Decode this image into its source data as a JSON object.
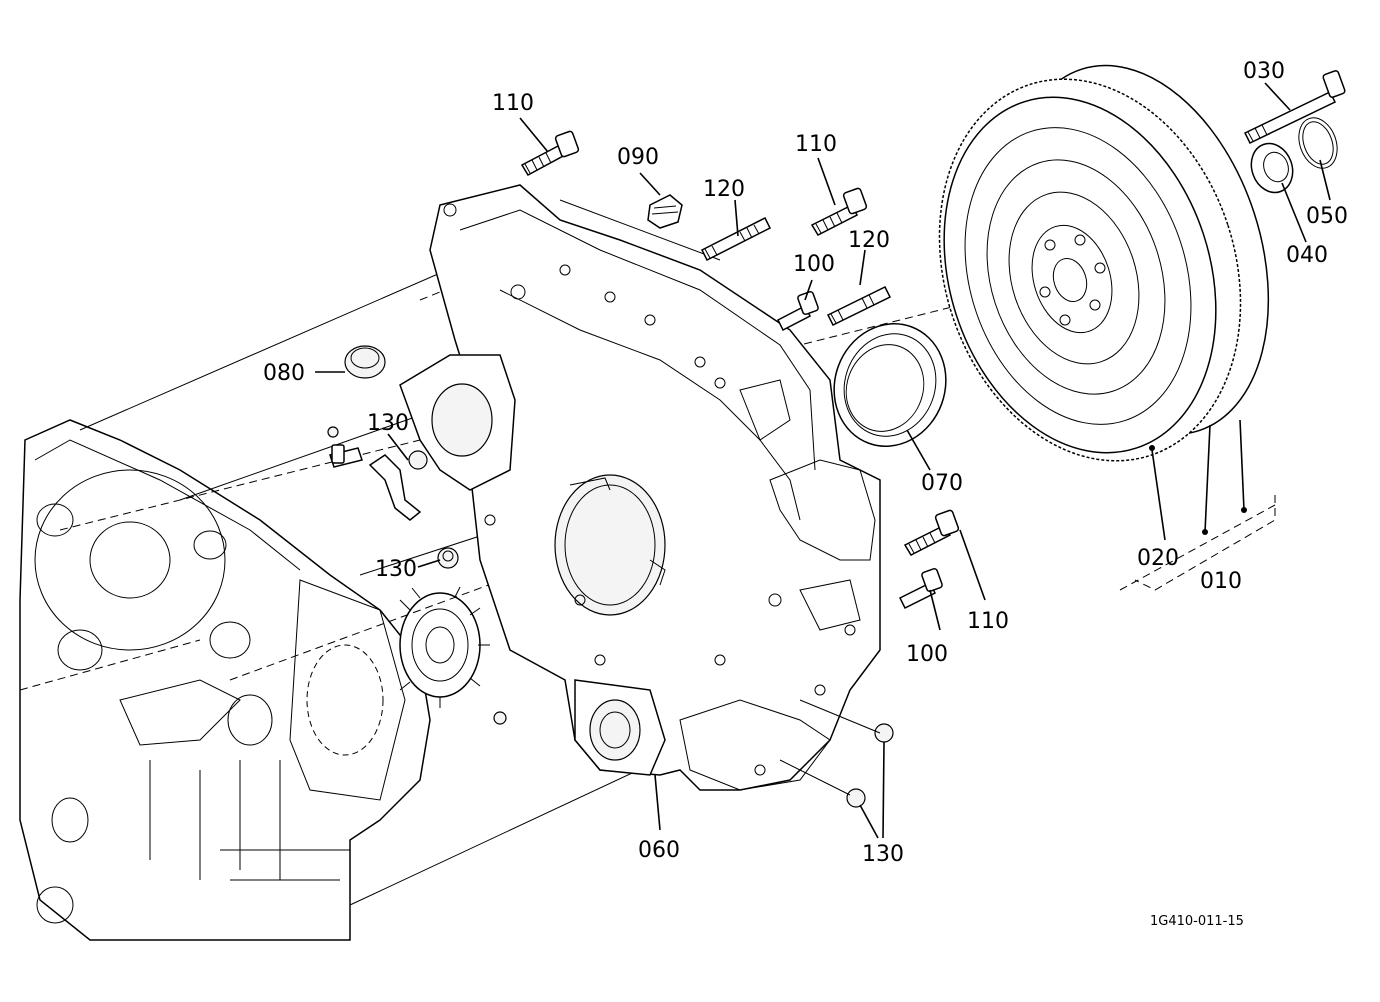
{
  "drawing_code": "1G410-011-15",
  "callouts": {
    "c010": "010",
    "c020": "020",
    "c030": "030",
    "c040": "040",
    "c050": "050",
    "c060": "060",
    "c070": "070",
    "c080": "080",
    "c090": "090",
    "c100a": "100",
    "c100b": "100",
    "c110a": "110",
    "c110b": "110",
    "c110c": "110",
    "c120a": "120",
    "c120b": "120",
    "c130a": "130",
    "c130b": "130",
    "c130c": "130"
  }
}
